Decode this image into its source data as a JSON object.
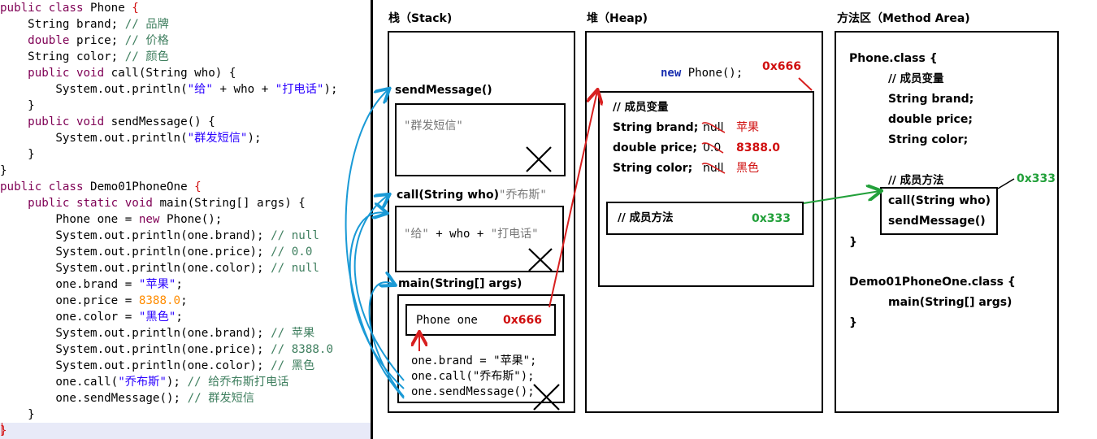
{
  "code_lines": [
    {
      "indent": "",
      "tokens": [
        {
          "c": "kw",
          "t": "public class "
        },
        {
          "c": "plain",
          "t": "Phone "
        },
        {
          "c": "red",
          "t": "{"
        }
      ]
    },
    {
      "indent": "    ",
      "tokens": [
        {
          "c": "plain",
          "t": "String brand; "
        },
        {
          "c": "cmt",
          "t": "// 品牌"
        }
      ]
    },
    {
      "indent": "    ",
      "tokens": [
        {
          "c": "kw",
          "t": "double "
        },
        {
          "c": "plain",
          "t": "price; "
        },
        {
          "c": "cmt",
          "t": "// 价格"
        }
      ]
    },
    {
      "indent": "    ",
      "tokens": [
        {
          "c": "plain",
          "t": "String color; "
        },
        {
          "c": "cmt",
          "t": "// 颜色"
        }
      ]
    },
    {
      "indent": "    ",
      "tokens": [
        {
          "c": "kw",
          "t": "public void "
        },
        {
          "c": "plain",
          "t": "call(String who) {"
        }
      ]
    },
    {
      "indent": "        ",
      "tokens": [
        {
          "c": "plain",
          "t": "System.out.println("
        },
        {
          "c": "str",
          "t": "\"给\""
        },
        {
          "c": "plain",
          "t": " + who + "
        },
        {
          "c": "str",
          "t": "\"打电话\""
        },
        {
          "c": "plain",
          "t": ");"
        }
      ]
    },
    {
      "indent": "    ",
      "tokens": [
        {
          "c": "plain",
          "t": "}"
        }
      ]
    },
    {
      "indent": "    ",
      "tokens": [
        {
          "c": "kw",
          "t": "public void "
        },
        {
          "c": "plain",
          "t": "sendMessage() {"
        }
      ]
    },
    {
      "indent": "        ",
      "tokens": [
        {
          "c": "plain",
          "t": "System.out.println("
        },
        {
          "c": "str",
          "t": "\"群发短信\""
        },
        {
          "c": "plain",
          "t": ");"
        }
      ]
    },
    {
      "indent": "    ",
      "tokens": [
        {
          "c": "plain",
          "t": "}"
        }
      ]
    },
    {
      "indent": "",
      "tokens": [
        {
          "c": "plain",
          "t": "}"
        }
      ]
    },
    {
      "indent": "",
      "tokens": [
        {
          "c": "kw",
          "t": "public class "
        },
        {
          "c": "plain",
          "t": "Demo01PhoneOne "
        },
        {
          "c": "red",
          "t": "{"
        }
      ]
    },
    {
      "indent": "    ",
      "tokens": [
        {
          "c": "kw",
          "t": "public static void "
        },
        {
          "c": "plain",
          "t": "main(String[] args) {"
        }
      ]
    },
    {
      "indent": "        ",
      "tokens": [
        {
          "c": "plain",
          "t": "Phone one = "
        },
        {
          "c": "kw",
          "t": "new "
        },
        {
          "c": "plain",
          "t": "Phone();"
        }
      ]
    },
    {
      "indent": "        ",
      "tokens": [
        {
          "c": "plain",
          "t": "System.out.println(one.brand); "
        },
        {
          "c": "cmt",
          "t": "// null"
        }
      ]
    },
    {
      "indent": "        ",
      "tokens": [
        {
          "c": "plain",
          "t": "System.out.println(one.price); "
        },
        {
          "c": "cmt",
          "t": "// 0.0"
        }
      ]
    },
    {
      "indent": "        ",
      "tokens": [
        {
          "c": "plain",
          "t": "System.out.println(one.color); "
        },
        {
          "c": "cmt",
          "t": "// null"
        }
      ]
    },
    {
      "indent": "        ",
      "tokens": [
        {
          "c": "plain",
          "t": "one.brand = "
        },
        {
          "c": "str",
          "t": "\"苹果\""
        },
        {
          "c": "plain",
          "t": ";"
        }
      ]
    },
    {
      "indent": "        ",
      "tokens": [
        {
          "c": "plain",
          "t": "one.price = "
        },
        {
          "c": "num",
          "t": "8388.0"
        },
        {
          "c": "plain",
          "t": ";"
        }
      ]
    },
    {
      "indent": "        ",
      "tokens": [
        {
          "c": "plain",
          "t": "one.color = "
        },
        {
          "c": "str",
          "t": "\"黑色\""
        },
        {
          "c": "plain",
          "t": ";"
        }
      ]
    },
    {
      "indent": "        ",
      "tokens": [
        {
          "c": "plain",
          "t": "System.out.println(one.brand); "
        },
        {
          "c": "cmt",
          "t": "// 苹果"
        }
      ]
    },
    {
      "indent": "        ",
      "tokens": [
        {
          "c": "plain",
          "t": "System.out.println(one.price); "
        },
        {
          "c": "cmt",
          "t": "// 8388.0"
        }
      ]
    },
    {
      "indent": "        ",
      "tokens": [
        {
          "c": "plain",
          "t": "System.out.println(one.color); "
        },
        {
          "c": "cmt",
          "t": "// 黑色"
        }
      ]
    },
    {
      "indent": "        ",
      "tokens": [
        {
          "c": "plain",
          "t": "one.call("
        },
        {
          "c": "str",
          "t": "\"乔布斯\""
        },
        {
          "c": "plain",
          "t": "); "
        },
        {
          "c": "cmt",
          "t": "// 给乔布斯打电话"
        }
      ]
    },
    {
      "indent": "        ",
      "tokens": [
        {
          "c": "plain",
          "t": "one.sendMessage(); "
        },
        {
          "c": "cmt",
          "t": "// 群发短信"
        }
      ]
    },
    {
      "indent": "    ",
      "tokens": [
        {
          "c": "plain",
          "t": "}"
        }
      ]
    },
    {
      "indent": "",
      "tokens": [
        {
          "c": "red",
          "t": "}"
        }
      ]
    }
  ],
  "stack": {
    "title": "栈（Stack)",
    "sendMessage_label": "sendMessage()",
    "sendMessage_body": "\"群发短信\"",
    "call_label": "call(String who)",
    "call_arg": "\"乔布斯\"",
    "call_body_1": "\"给\"",
    "call_body_op1": " + who + ",
    "call_body_2": "\"打电话\"",
    "main_label": "main(String[] args)",
    "phone_var": "Phone one",
    "phone_addr": "0x666",
    "stmt_1": "one.brand = \"苹果\";",
    "stmt_2": "one.call(\"乔布斯\");",
    "stmt_3": "one.sendMessage();"
  },
  "heap": {
    "title": "堆（Heap)",
    "new_kw": "new",
    "new_rest": "Phone();",
    "addr": "0x666",
    "fields_comment": "// 成员变量",
    "brand_label": "String brand;",
    "brand_old": "null",
    "brand_new": "苹果",
    "price_label": "double price;",
    "price_old": "0.0",
    "price_new": "8388.0",
    "color_label": "String color;",
    "color_old": "null",
    "color_new": "黑色",
    "methods_comment": "// 成员方法",
    "methods_addr": "0x333"
  },
  "method_area": {
    "title": "方法区（Method Area)",
    "phone_class": "Phone.class {",
    "vars_comment": "// 成员变量",
    "f1": "String brand;",
    "f2": "double price;",
    "f3": "String color;",
    "methods_comment": "// 成员方法",
    "m1": "call(String who)",
    "m2": "sendMessage()",
    "methods_addr": "0x333",
    "close1": "}",
    "demo_class": "Demo01PhoneOne.class {",
    "main_m": "main(String[] args)",
    "close2": "}"
  },
  "colors": {
    "arrow_blue": "#1a9ad6",
    "arrow_red": "#d82020",
    "arrow_green": "#22a03a"
  }
}
